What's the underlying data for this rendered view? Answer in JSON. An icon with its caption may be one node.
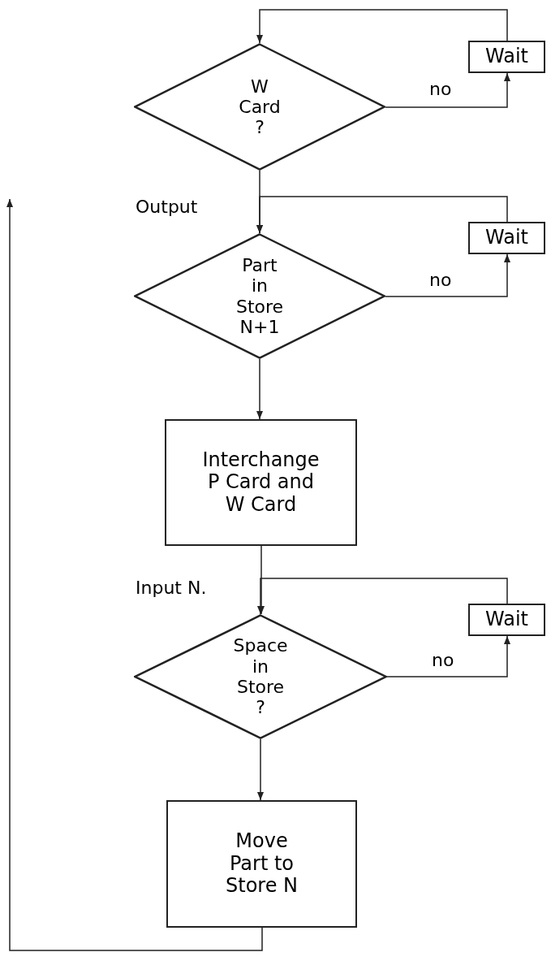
{
  "diagram": {
    "nodes": [
      {
        "text": [
          "W Card ?"
        ]
      },
      {
        "text": [
          "Wait"
        ]
      },
      {
        "text": [
          "Part in Store N+1"
        ],
        "beside": [
          "Output"
        ]
      },
      {
        "text": [
          "Wait"
        ]
      },
      {
        "text": [
          "Interchange P Card and W Card"
        ]
      },
      {
        "text": [
          "Space in Store ?"
        ],
        "beside": [
          "Input N."
        ]
      },
      {
        "text": [
          "Wait"
        ]
      },
      {
        "text": [
          "Move Part to Store N"
        ]
      }
    ],
    "edges": [
      {
        "from": 0,
        "to": 1,
        "arrow": "to",
        "label": "no"
      },
      {
        "from": 1,
        "to": 0,
        "arrow": "to"
      },
      {
        "from": 0,
        "to": 2,
        "arrow": "to"
      },
      {
        "from": 2,
        "to": 3,
        "arrow": "to",
        "label": "no"
      },
      {
        "from": 3,
        "to": 2,
        "arrow": "to"
      },
      {
        "from": 2,
        "to": 4,
        "arrow": "to"
      },
      {
        "from": 4,
        "to": 5,
        "arrow": "to"
      },
      {
        "from": 5,
        "to": 6,
        "arrow": "to",
        "label": "no"
      },
      {
        "from": 6,
        "to": 5,
        "arrow": "to"
      },
      {
        "from": 5,
        "to": 7,
        "arrow": "to"
      },
      {
        "from": 7,
        "to": null,
        "arrow": "to"
      }
    ]
  }
}
